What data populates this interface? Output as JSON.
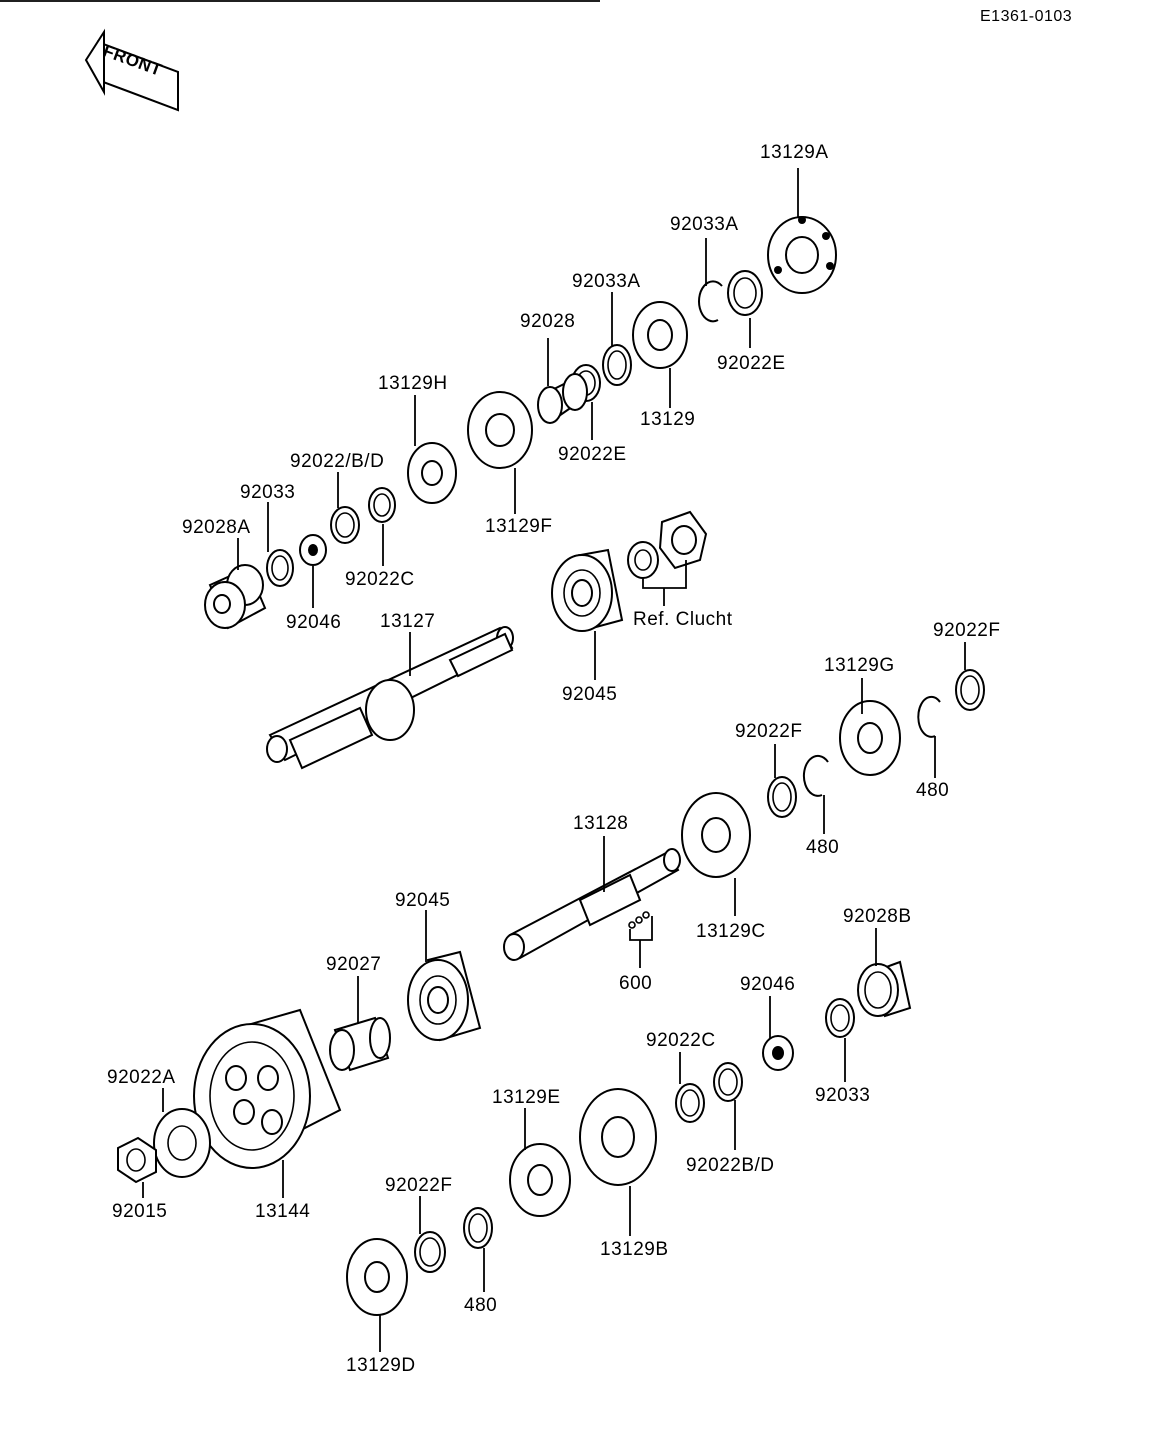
{
  "drawing_code": "E1361-0103",
  "front_label": "FRONT",
  "labels": {
    "p13129A": "13129A",
    "p92033A_top": "92033A",
    "p92033A_mid": "92033A",
    "p92028": "92028",
    "p92022E_right": "92022E",
    "p13129": "13129",
    "p92022E_mid": "92022E",
    "p13129H": "13129H",
    "p92022BD_top": "92022/B/D",
    "p92033_top": "92033",
    "p92028A": "92028A",
    "p92022C_top": "92022C",
    "p13129F": "13129F",
    "p92046_top": "92046",
    "p13127": "13127",
    "p92045_top": "92045",
    "ref_clutch": "Ref. Clucht",
    "p92022F_tr": "92022F",
    "p13129G": "13129G",
    "p92022F_mid": "92022F",
    "p480_right": "480",
    "p480_mid": "480",
    "p13128": "13128",
    "p13129C": "13129C",
    "p92045_low": "92045",
    "p600": "600",
    "p92028B": "92028B",
    "p92027": "92027",
    "p92046_low": "92046",
    "p92022C_low": "92022C",
    "p92022A": "92022A",
    "p92033_low": "92033",
    "p13129E": "13129E",
    "p92022BD_low": "92022B/D",
    "p92015": "92015",
    "p13144": "13144",
    "p92022F_low": "92022F",
    "p13129B": "13129B",
    "p480_low": "480",
    "p13129D": "13129D"
  }
}
